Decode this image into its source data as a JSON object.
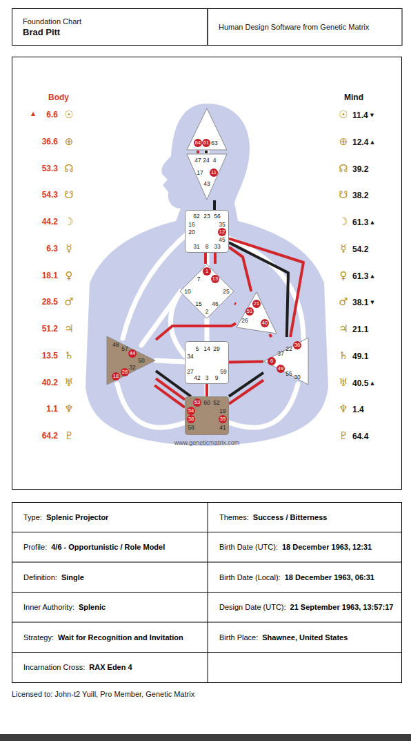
{
  "diagram": {
    "nodes": [
      {
        "text": [
          "Foundation Chart",
          "Brad Pitt"
        ]
      },
      {
        "text": [
          "Human Design Software from Genetic Matrix"
        ]
      },
      {
        "text": [
          "64",
          "61",
          "63"
        ]
      },
      {
        "text": [
          "47",
          "24",
          "4",
          "17",
          "43",
          "11"
        ]
      },
      {
        "text": [
          "62",
          "23",
          "56",
          "16",
          "35",
          "20",
          "12",
          "45",
          "31",
          "8",
          "33"
        ]
      },
      {
        "text": [
          "1",
          "7",
          "13",
          "10",
          "25",
          "15",
          "46",
          "2"
        ]
      },
      {
        "text": [
          "21",
          "51",
          "26",
          "40"
        ]
      },
      {
        "text": [
          "48",
          "57",
          "44",
          "50",
          "32",
          "28",
          "18"
        ]
      },
      {
        "text": [
          "36",
          "22",
          "37",
          "6",
          "49",
          "55",
          "30"
        ]
      },
      {
        "text": [
          "5",
          "14",
          "29",
          "34",
          "27",
          "59",
          "42",
          "3",
          "9"
        ]
      },
      {
        "text": [
          "53",
          "60",
          "52",
          "54",
          "19",
          "38",
          "39",
          "58",
          "41"
        ]
      },
      {
        "text": [
          "Type:",
          "Splenic Projector"
        ]
      },
      {
        "text": [
          "Themes:",
          "Success / Bitterness"
        ]
      },
      {
        "text": [
          "Profile:",
          "4/6 - Opportunistic / Role Model"
        ]
      },
      {
        "text": [
          "Birth Date (UTC):",
          "18 December 1963, 12:31"
        ]
      },
      {
        "text": [
          "Definition:",
          "Single"
        ]
      },
      {
        "text": [
          "Birth Date (Local):",
          "18 December 1963, 06:31"
        ]
      },
      {
        "text": [
          "Inner Authority:",
          "Splenic"
        ]
      },
      {
        "text": [
          "Design Date (UTC):",
          "21 September 1963, 13:57:17"
        ]
      },
      {
        "text": [
          "Strategy:",
          "Wait for Recognition and Invitation"
        ]
      },
      {
        "text": [
          "Birth Place:",
          "Shawnee, United States"
        ]
      },
      {
        "text": [
          "Incarnation Cross:",
          "RAX Eden 4"
        ]
      }
    ],
    "edges": [
      {
        "from": 2,
        "to": 3,
        "arrow": "none"
      },
      {
        "from": 2,
        "to": 3,
        "arrow": "none"
      },
      {
        "from": 3,
        "to": 4,
        "arrow": "none"
      },
      {
        "from": 5,
        "to": 4,
        "arrow": "none"
      },
      {
        "from": 5,
        "to": 4,
        "arrow": "none"
      },
      {
        "from": 6,
        "to": 4,
        "arrow": "none"
      },
      {
        "from": 6,
        "to": 5,
        "arrow": "none"
      },
      {
        "from": 6,
        "to": 8,
        "arrow": "none"
      },
      {
        "from": 7,
        "to": 6,
        "arrow": "none"
      },
      {
        "from": 4,
        "to": 8,
        "arrow": "none"
      },
      {
        "from": 4,
        "to": 8,
        "arrow": "none"
      },
      {
        "from": 8,
        "to": 9,
        "arrow": "none"
      },
      {
        "from": 8,
        "to": 10,
        "arrow": "none"
      },
      {
        "from": 8,
        "to": 10,
        "arrow": "none"
      },
      {
        "from": 7,
        "to": 10,
        "arrow": "none"
      },
      {
        "from": 7,
        "to": 10,
        "arrow": "none"
      },
      {
        "from": 10,
        "to": 7,
        "arrow": "none"
      },
      {
        "from": 10,
        "to": 9,
        "arrow": "none"
      }
    ],
    "labels": [
      "Body",
      "▲",
      "6.6",
      "☉",
      "36.6",
      "⊕",
      "53.3",
      "☊",
      "54.3",
      "☋",
      "44.2",
      "☽",
      "6.3",
      "☿",
      "18.1",
      "♀",
      "28.5",
      "♂",
      "51.2",
      "♃",
      "13.5",
      "♄",
      "40.2",
      "♅",
      "1.1",
      "♆",
      "64.2",
      "♇",
      "Mind",
      "☉",
      "11.4",
      "▼",
      "⊕",
      "12.4",
      "▲",
      "☊",
      "39.2",
      "☋",
      "38.2",
      "☽",
      "61.3",
      "▲",
      "☿",
      "54.2",
      "♀",
      "61.3",
      "▲",
      "♂",
      "38.1",
      "▼",
      "♃",
      "21.1",
      "♄",
      "49.1",
      "♅",
      "40.5",
      "▲",
      "♆",
      "1.4",
      "♇",
      "64.4",
      "www.geneticmatrix.com",
      "Licensed to: John-t2 Yuill, Pro Member, Genetic Matrix"
    ]
  }
}
